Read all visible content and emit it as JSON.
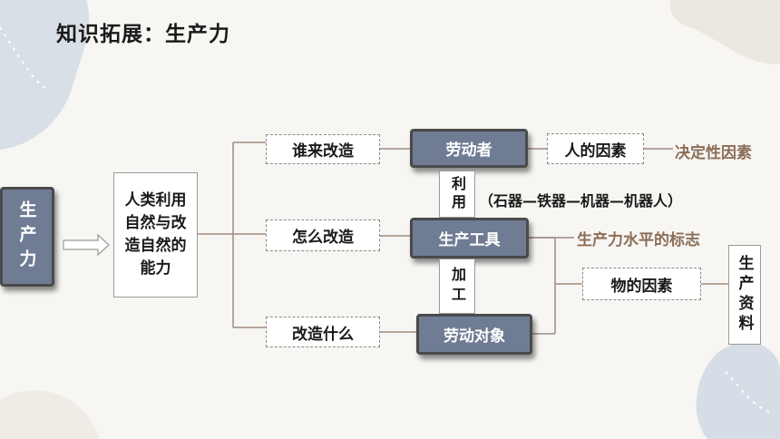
{
  "title": "知识拓展：生产力",
  "nodes": {
    "productivity": "生产力",
    "ability": "人类利用自然与改造自然的能力",
    "who": "谁来改造",
    "how": "怎么改造",
    "what": "改造什么",
    "laborer": "劳动者",
    "tools": "生产工具",
    "object": "劳动对象",
    "use": "利用",
    "process": "加工",
    "human_factor": "人的因素",
    "decisive_factor": "决定性因素",
    "tool_sequence": "（石器—铁器—机器—机器人）",
    "level_mark": "生产力水平的标志",
    "material_factor": "物的因素",
    "means_of_production": "生产资料"
  },
  "colors": {
    "dark_box": "#6f7c93",
    "accent_brown": "#8b6e58",
    "connector": "#a08a80"
  }
}
